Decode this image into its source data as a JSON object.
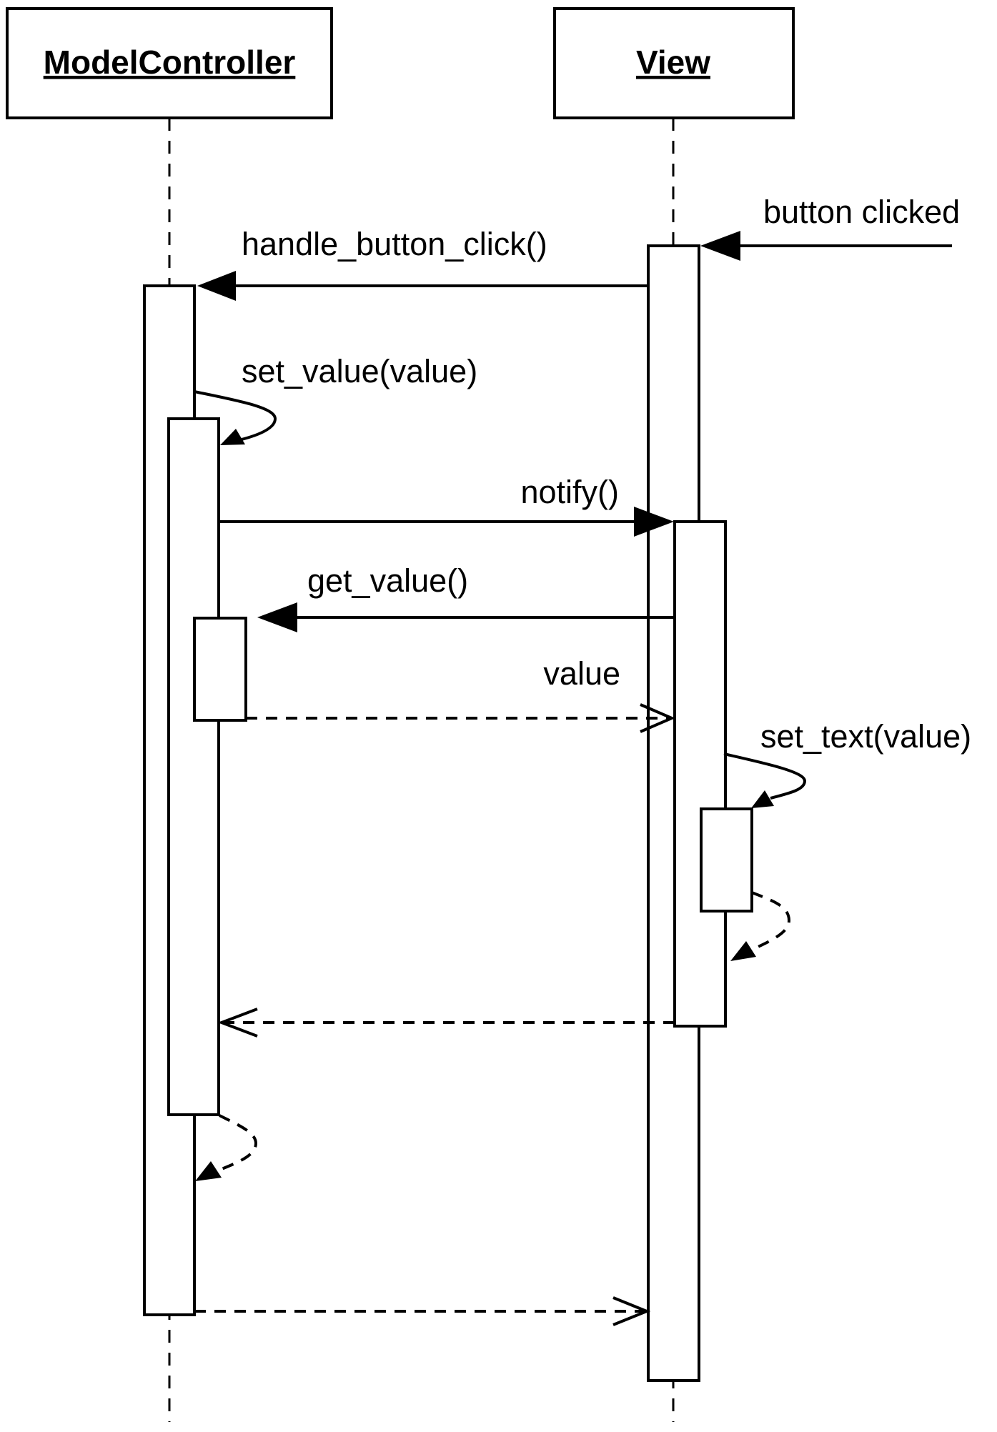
{
  "diagram": {
    "type": "uml-sequence",
    "lifelines": [
      {
        "id": "mc",
        "label": "ModelController"
      },
      {
        "id": "view",
        "label": "View"
      }
    ],
    "messages": [
      {
        "label": "button clicked",
        "from": "external",
        "to": "view",
        "kind": "sync"
      },
      {
        "label": "handle_button_click()",
        "from": "view",
        "to": "mc",
        "kind": "sync"
      },
      {
        "label": "set_value(value)",
        "from": "mc",
        "to": "mc",
        "kind": "self-call"
      },
      {
        "label": "notify()",
        "from": "mc",
        "to": "view",
        "kind": "sync"
      },
      {
        "label": "get_value()",
        "from": "view",
        "to": "mc",
        "kind": "sync"
      },
      {
        "label": "value",
        "from": "mc",
        "to": "view",
        "kind": "return"
      },
      {
        "label": "set_text(value)",
        "from": "view",
        "to": "view",
        "kind": "self-call"
      },
      {
        "label": "",
        "from": "view",
        "to": "view",
        "kind": "self-return"
      },
      {
        "label": "",
        "from": "view",
        "to": "mc",
        "kind": "return"
      },
      {
        "label": "",
        "from": "mc",
        "to": "mc",
        "kind": "self-return"
      },
      {
        "label": "",
        "from": "mc",
        "to": "view",
        "kind": "return"
      }
    ]
  }
}
